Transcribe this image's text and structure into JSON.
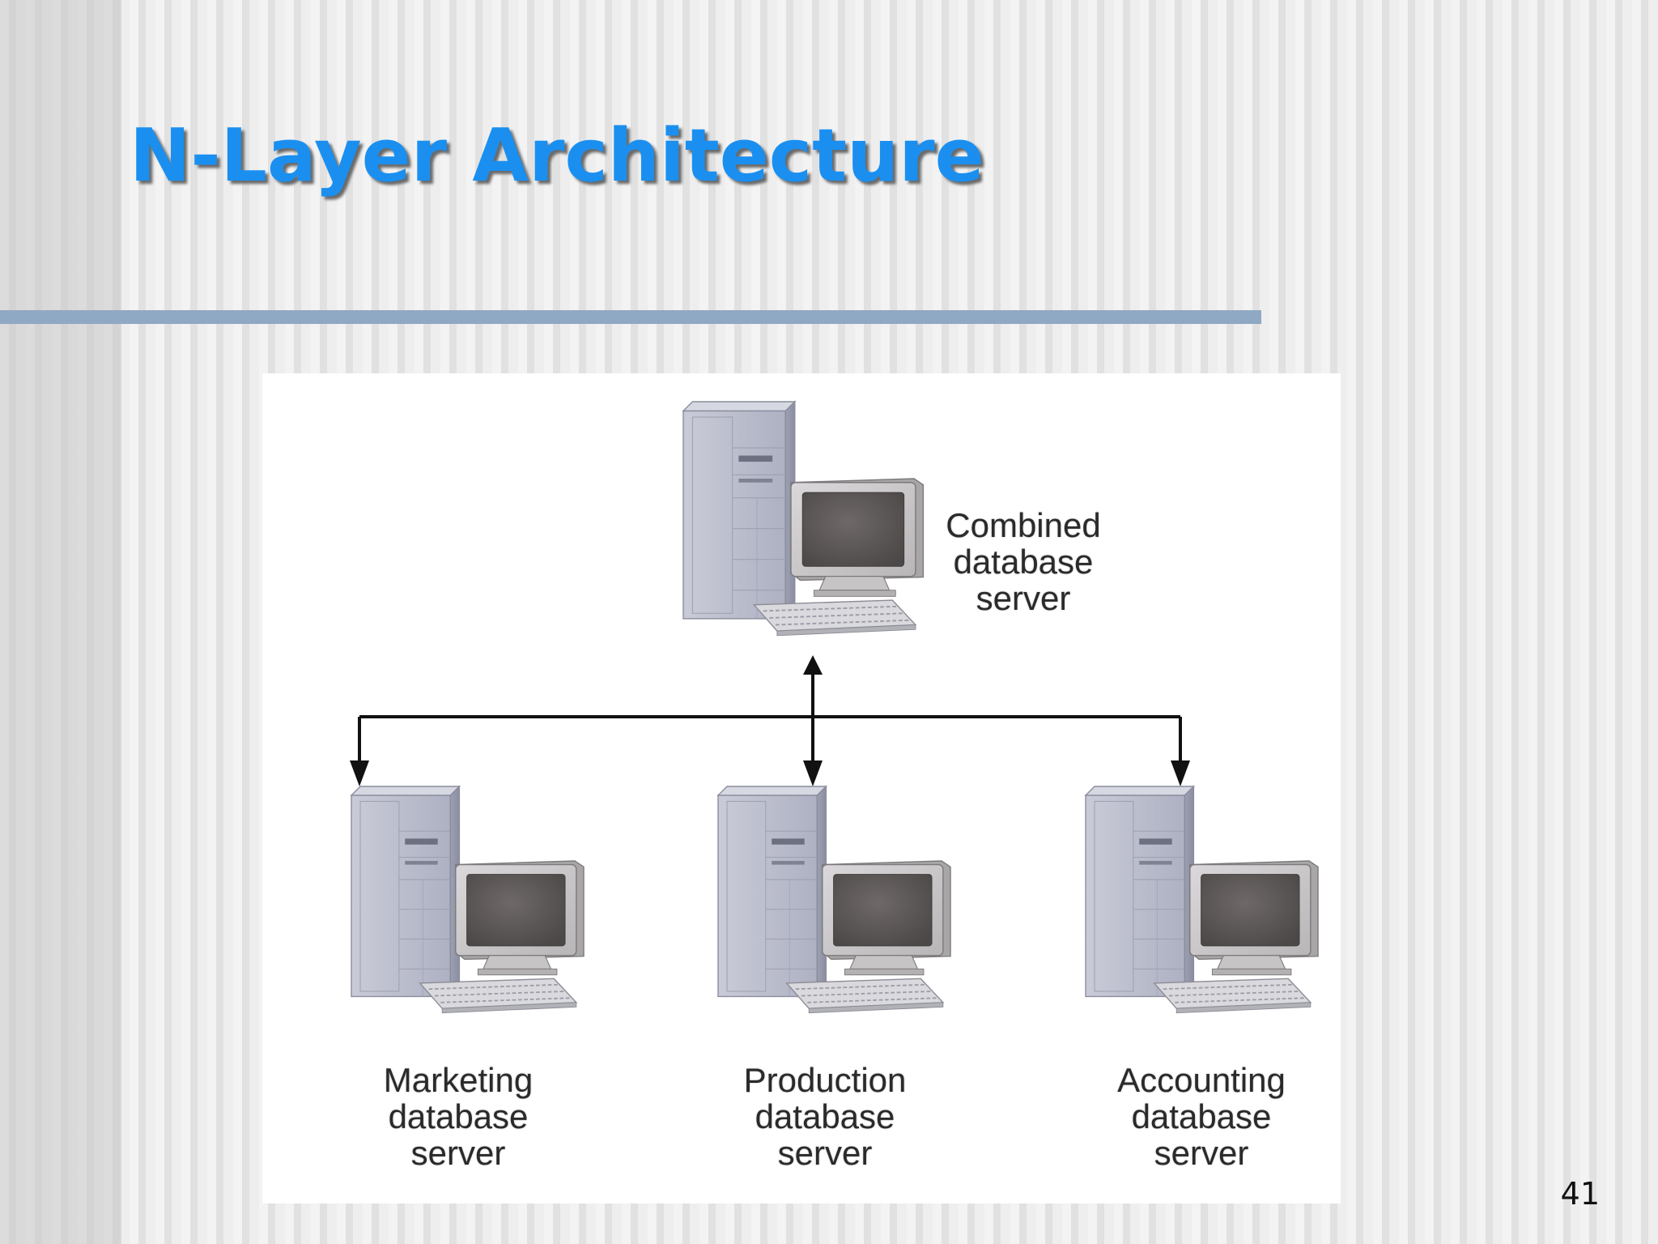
{
  "slide": {
    "title": "N-Layer Architecture",
    "page_number": "41"
  },
  "diagram": {
    "top_node": {
      "label": [
        "Combined",
        "database",
        "server"
      ],
      "icon": "computer-icon"
    },
    "child_nodes": [
      {
        "label": [
          "Marketing",
          "database",
          "server"
        ],
        "icon": "computer-icon"
      },
      {
        "label": [
          "Production",
          "database",
          "server"
        ],
        "icon": "computer-icon"
      },
      {
        "label": [
          "Accounting",
          "database",
          "server"
        ],
        "icon": "computer-icon"
      }
    ],
    "connector": "bidirectional-arrow-icon",
    "colors": {
      "title": "#1a8ff0",
      "rule": "#8fa8c4",
      "equipment": "#b9bccc",
      "screen": "#5a5655",
      "arrows": "#111111"
    }
  }
}
